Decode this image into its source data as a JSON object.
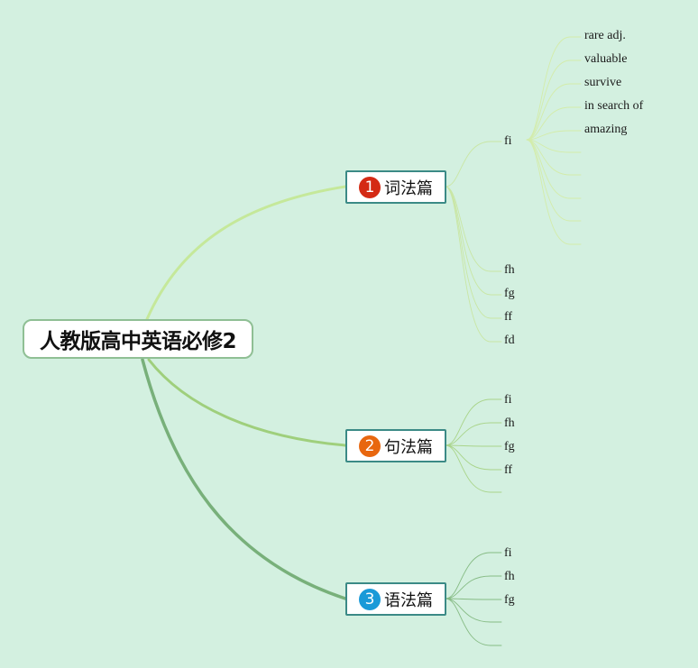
{
  "root": {
    "label": "人教版高中英语必修2"
  },
  "branches": [
    {
      "label": "词法篇",
      "badge": "1",
      "badge_color": "#d42a14",
      "children": [
        "fi",
        "fh",
        "fg",
        "ff",
        "fd"
      ],
      "sub": {
        "label": "fi",
        "children": [
          "rare adj.",
          "valuable",
          "survive",
          "in search of",
          "amazing",
          "",
          "",
          "",
          "",
          ""
        ]
      }
    },
    {
      "label": "句法篇",
      "badge": "2",
      "badge_color": "#e8670f",
      "children": [
        "fi",
        "fh",
        "fg",
        "ff",
        ""
      ]
    },
    {
      "label": "语法篇",
      "badge": "3",
      "badge_color": "#1a9ad8",
      "children": [
        "fi",
        "fh",
        "fg",
        "",
        ""
      ]
    }
  ],
  "colors": {
    "background": "#d3f0e0",
    "branch1_line": "#c5e89a",
    "branch2_line": "#9fcf7c",
    "branch3_line": "#78b07a",
    "node_border": "#3b8a86"
  }
}
